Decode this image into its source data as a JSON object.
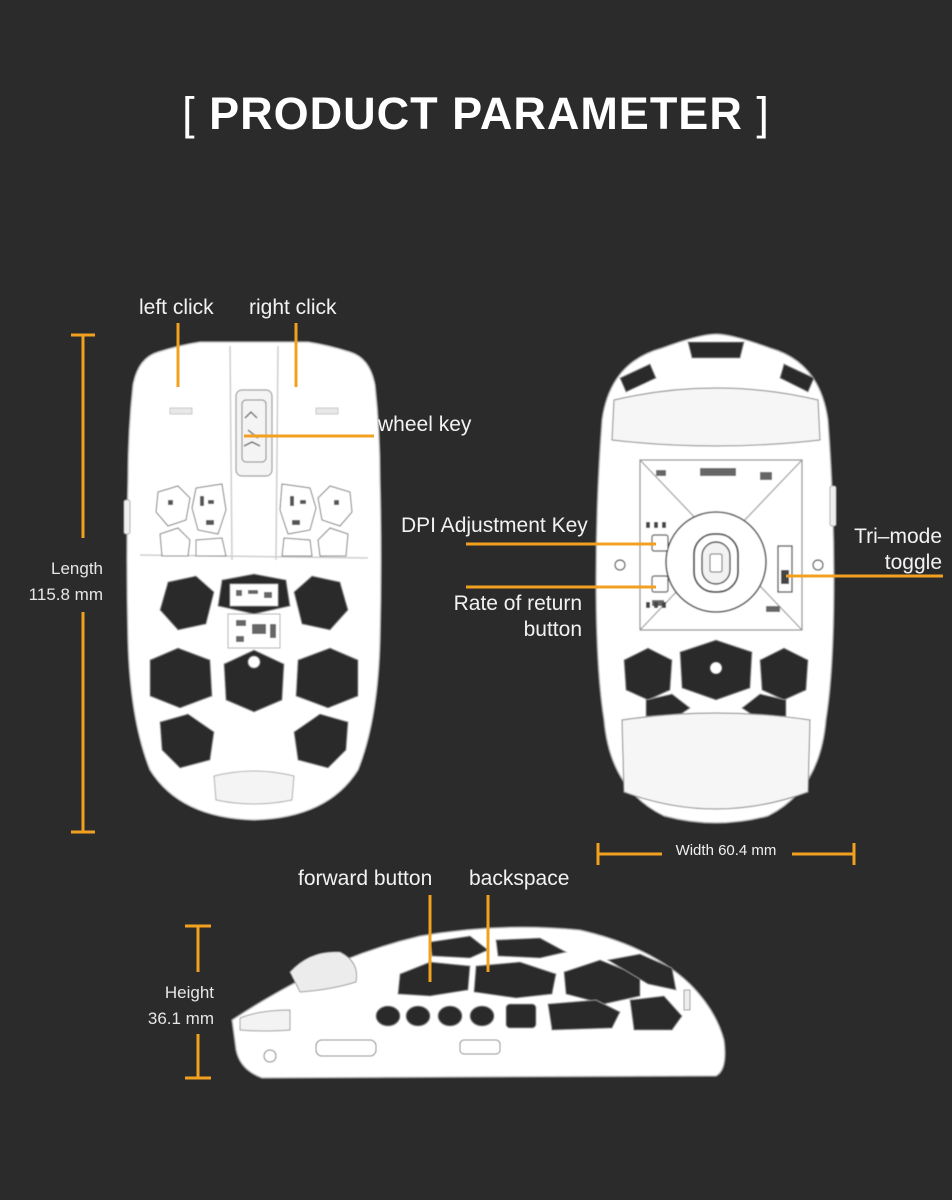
{
  "title": {
    "open_bracket": "[",
    "text": "PRODUCT PARAMETER",
    "close_bracket": "]"
  },
  "labels": {
    "left_click": "left click",
    "right_click": "right click",
    "wheel_key": "wheel key",
    "dpi_key": "DPI Adjustment Key",
    "rate_return_line1": "Rate of return",
    "rate_return_line2": "button",
    "tri_mode_line1": "Tri–mode",
    "tri_mode_line2": "toggle",
    "forward_button": "forward button",
    "backspace": "backspace"
  },
  "dimensions": {
    "length_label": "Length",
    "length_value": "115.8 mm",
    "width_label": "Width 60.4 mm",
    "height_label": "Height",
    "height_value": "36.1 mm"
  },
  "colors": {
    "background": "#2b2b2b",
    "accent": "#f2a01f",
    "mouse_body": "#ffffff",
    "text": "#f2f2f2"
  }
}
